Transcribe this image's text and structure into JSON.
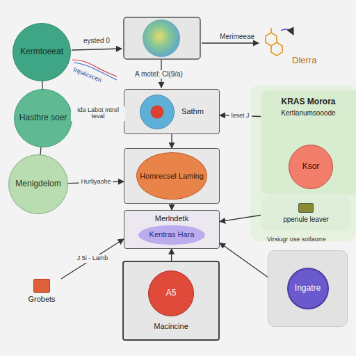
{
  "diagram": {
    "nodes": [
      {
        "text": [
          "Kermtoeeat"
        ]
      },
      {
        "text": [
          "Hasthre soer"
        ]
      },
      {
        "text": [
          "Menigdelom"
        ]
      },
      {
        "text": [
          "Sathm"
        ]
      },
      {
        "text": [
          "Homrecsel Laming"
        ]
      },
      {
        "text": [
          "Merlndetk",
          "Kentras Hara"
        ]
      },
      {
        "text": [
          "A5",
          "Macincine"
        ]
      },
      {
        "text": [
          "Grobets"
        ]
      },
      {
        "text": [
          "KRAS Morora",
          "Kertlanumsooode"
        ]
      },
      {
        "text": [
          "Ksor"
        ],
        "in": 8
      },
      {
        "text": [
          "ppenule leaver"
        ]
      },
      {
        "text": [
          "Ingatre"
        ]
      }
    ],
    "edges": [
      {
        "from": 0,
        "to": 1,
        "arrow": "none"
      },
      {
        "from": 1,
        "to": 2,
        "arrow": "none"
      },
      {
        "from": 1,
        "to": 3,
        "label": "Ida Labot Intrel teval",
        "arrow": "to"
      },
      {
        "from": 8,
        "to": 3,
        "label": "leset J",
        "arrow": "to"
      },
      {
        "from": 3,
        "to": 4,
        "arrow": "to"
      },
      {
        "from": 4,
        "to": 5,
        "arrow": "to"
      },
      {
        "from": 6,
        "to": 5,
        "arrow": "to"
      },
      {
        "from": 2,
        "to": 4,
        "label": "Hurliyaohe",
        "arrow": "to"
      },
      {
        "from": 7,
        "to": 5,
        "label": "J 5i - Lamb",
        "arrow": "to"
      },
      {
        "from": 10,
        "to": 5,
        "arrow": "to"
      },
      {
        "from": 11,
        "to": 5,
        "arrow": "to"
      }
    ],
    "labels": [
      "eysted 0",
      "Merimeeae",
      "Dlerra",
      "Inpaicxcen",
      "A motel: Cl(9/a)",
      "Virsiugr ose sotlaorre"
    ]
  }
}
